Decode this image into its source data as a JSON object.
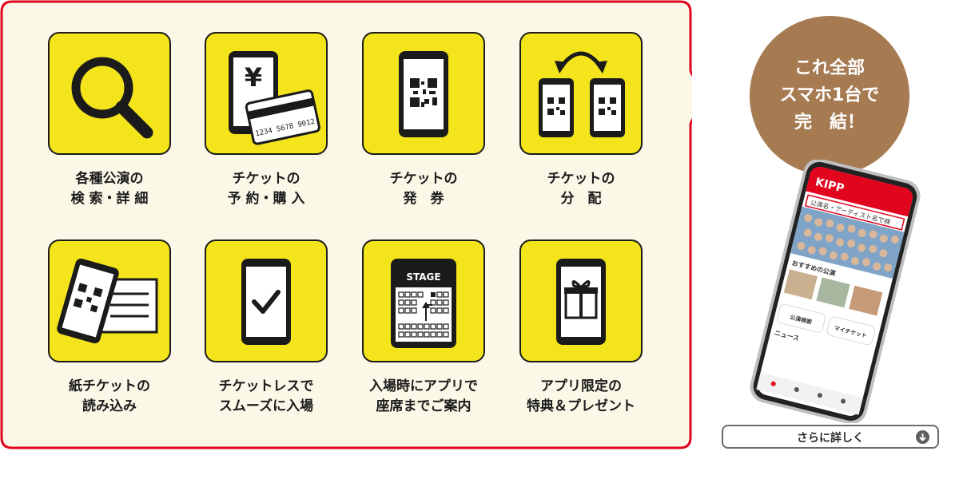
{
  "features": [
    {
      "icon": "search-icon",
      "line1": "各種公演の",
      "line2": "検 索・詳 細"
    },
    {
      "icon": "ticket-purchase-icon",
      "line1": "チケットの",
      "line2": "予 約・購 入",
      "yen": "¥",
      "card_number": "1234 5678 9012"
    },
    {
      "icon": "qr-ticket-issue-icon",
      "line1": "チケットの",
      "line2": "発　券"
    },
    {
      "icon": "ticket-distribute-icon",
      "line1": "チケットの",
      "line2": "分　配"
    },
    {
      "icon": "paper-ticket-scan-icon",
      "line1": "紙チケットの",
      "line2": "読み込み"
    },
    {
      "icon": "check-icon",
      "line1": "チケットレスで",
      "line2": "スムーズに入場"
    },
    {
      "icon": "seat-guide-icon",
      "line1": "入場時にアプリで",
      "line2": "座席までご案内",
      "stage": "STAGE"
    },
    {
      "icon": "gift-icon",
      "line1": "アプリ限定の",
      "line2": "特典＆プレゼント"
    }
  ],
  "badge": {
    "line1": "これ全部",
    "line2": "スマホ1台で",
    "line3": "完　結！"
  },
  "phone": {
    "app_name": "KIPP",
    "banner": "公演名・アーティスト名で検",
    "section_title": "おすすめの公演",
    "btn_search": "公演検索",
    "btn_my_ticket": "マイチケット",
    "news_title": "ニュース"
  },
  "more_button": {
    "label": "さらに詳しく"
  },
  "colors": {
    "accent_red": "#e1051d",
    "tile_yellow": "#f4e41c",
    "panel_cream": "#fbf8e8",
    "badge_brown": "#a67b52"
  }
}
